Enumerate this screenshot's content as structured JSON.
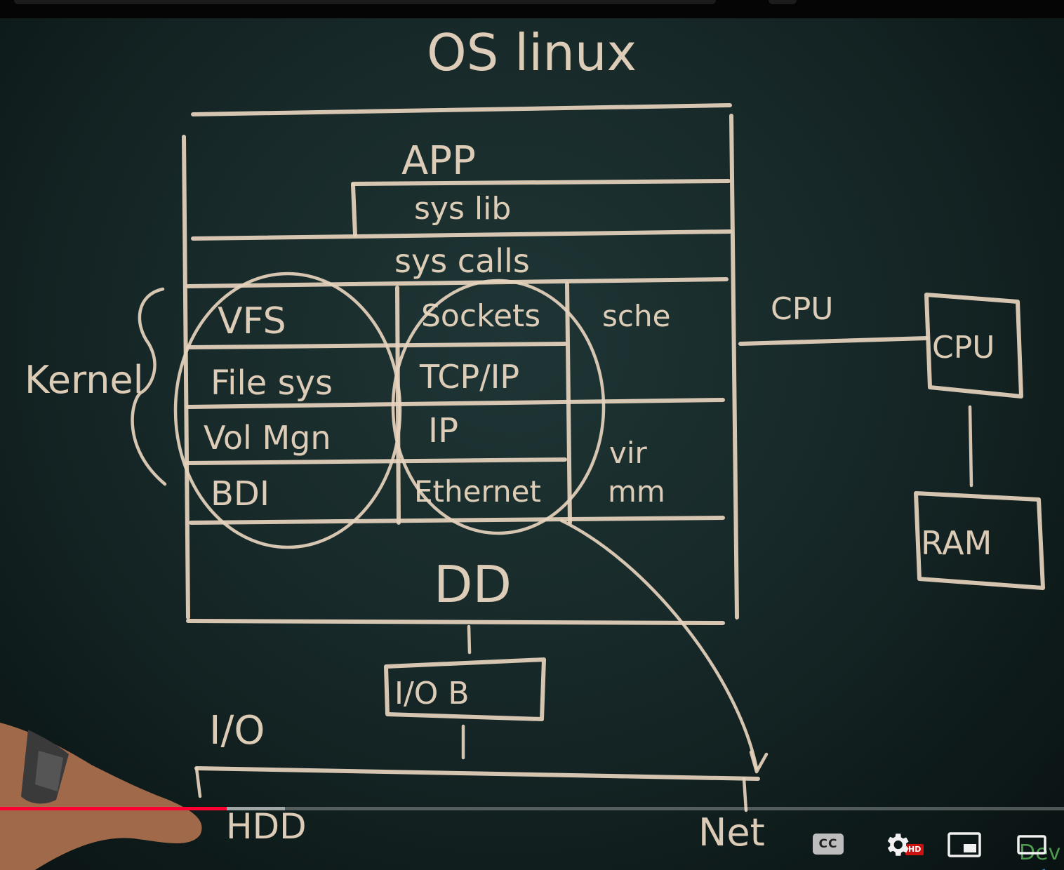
{
  "board": {
    "title": "OS linux",
    "app": "APP",
    "sys_lib": "sys lib",
    "sys_calls": "sys calls",
    "kernel_label": "Kernel",
    "vfs_stack": [
      "VFS",
      "File sys",
      "Vol Mgn",
      "BDI"
    ],
    "net_stack": [
      "Sockets",
      "TCP/IP",
      "IP",
      "Ethernet"
    ],
    "sched": "sche",
    "vir_mm": [
      "vir",
      "mm"
    ],
    "driver": "DD",
    "io_block": "I/O B",
    "io": "I/O",
    "hdd": "HDD",
    "net": "Net",
    "cpu_link": "CPU",
    "cpu_box": "CPU",
    "ram_box": "RAM"
  },
  "player": {
    "progress_fraction": 0.213,
    "buffered_fraction": 0.268,
    "progress_color": "#ff0033",
    "cc_label": "CC",
    "hd_badge": "HD",
    "channel_logo": "Dev",
    "channel_logo_sub": "عربي"
  }
}
